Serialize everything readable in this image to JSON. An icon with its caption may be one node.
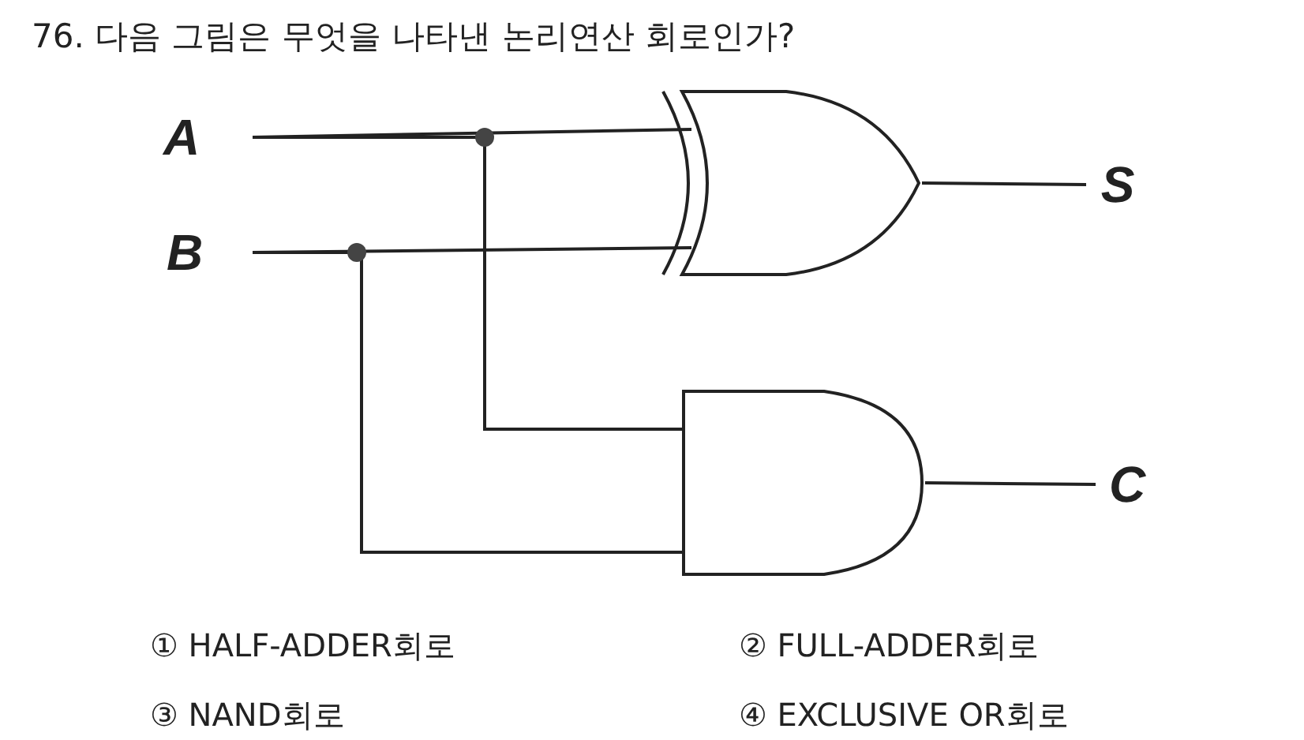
{
  "diagram": {
    "title": "76. 다음 그림은 무엇을 나타낸 논리연산 회로인가?",
    "nodes": [
      {
        "text": [
          "A"
        ]
      },
      {
        "text": [
          "B"
        ]
      },
      {
        "text": [],
        "shape": "xor-gate"
      },
      {
        "text": [],
        "shape": "and-gate"
      },
      {
        "text": [
          "S"
        ]
      },
      {
        "text": [
          "C"
        ]
      }
    ],
    "edges": [
      {
        "from": 0,
        "to": 2,
        "arrow": "none"
      },
      {
        "from": 0,
        "to": 3,
        "arrow": "none"
      },
      {
        "from": 1,
        "to": 2,
        "arrow": "none"
      },
      {
        "from": 1,
        "to": 3,
        "arrow": "none"
      },
      {
        "from": 2,
        "to": 4,
        "arrow": "none"
      },
      {
        "from": 3,
        "to": 5,
        "arrow": "none"
      }
    ],
    "labels": [
      "① HALF-ADDER회로",
      "② FULL-ADDER회로",
      "③ NAND회로",
      "④ EXCLUSIVE OR회로"
    ]
  }
}
